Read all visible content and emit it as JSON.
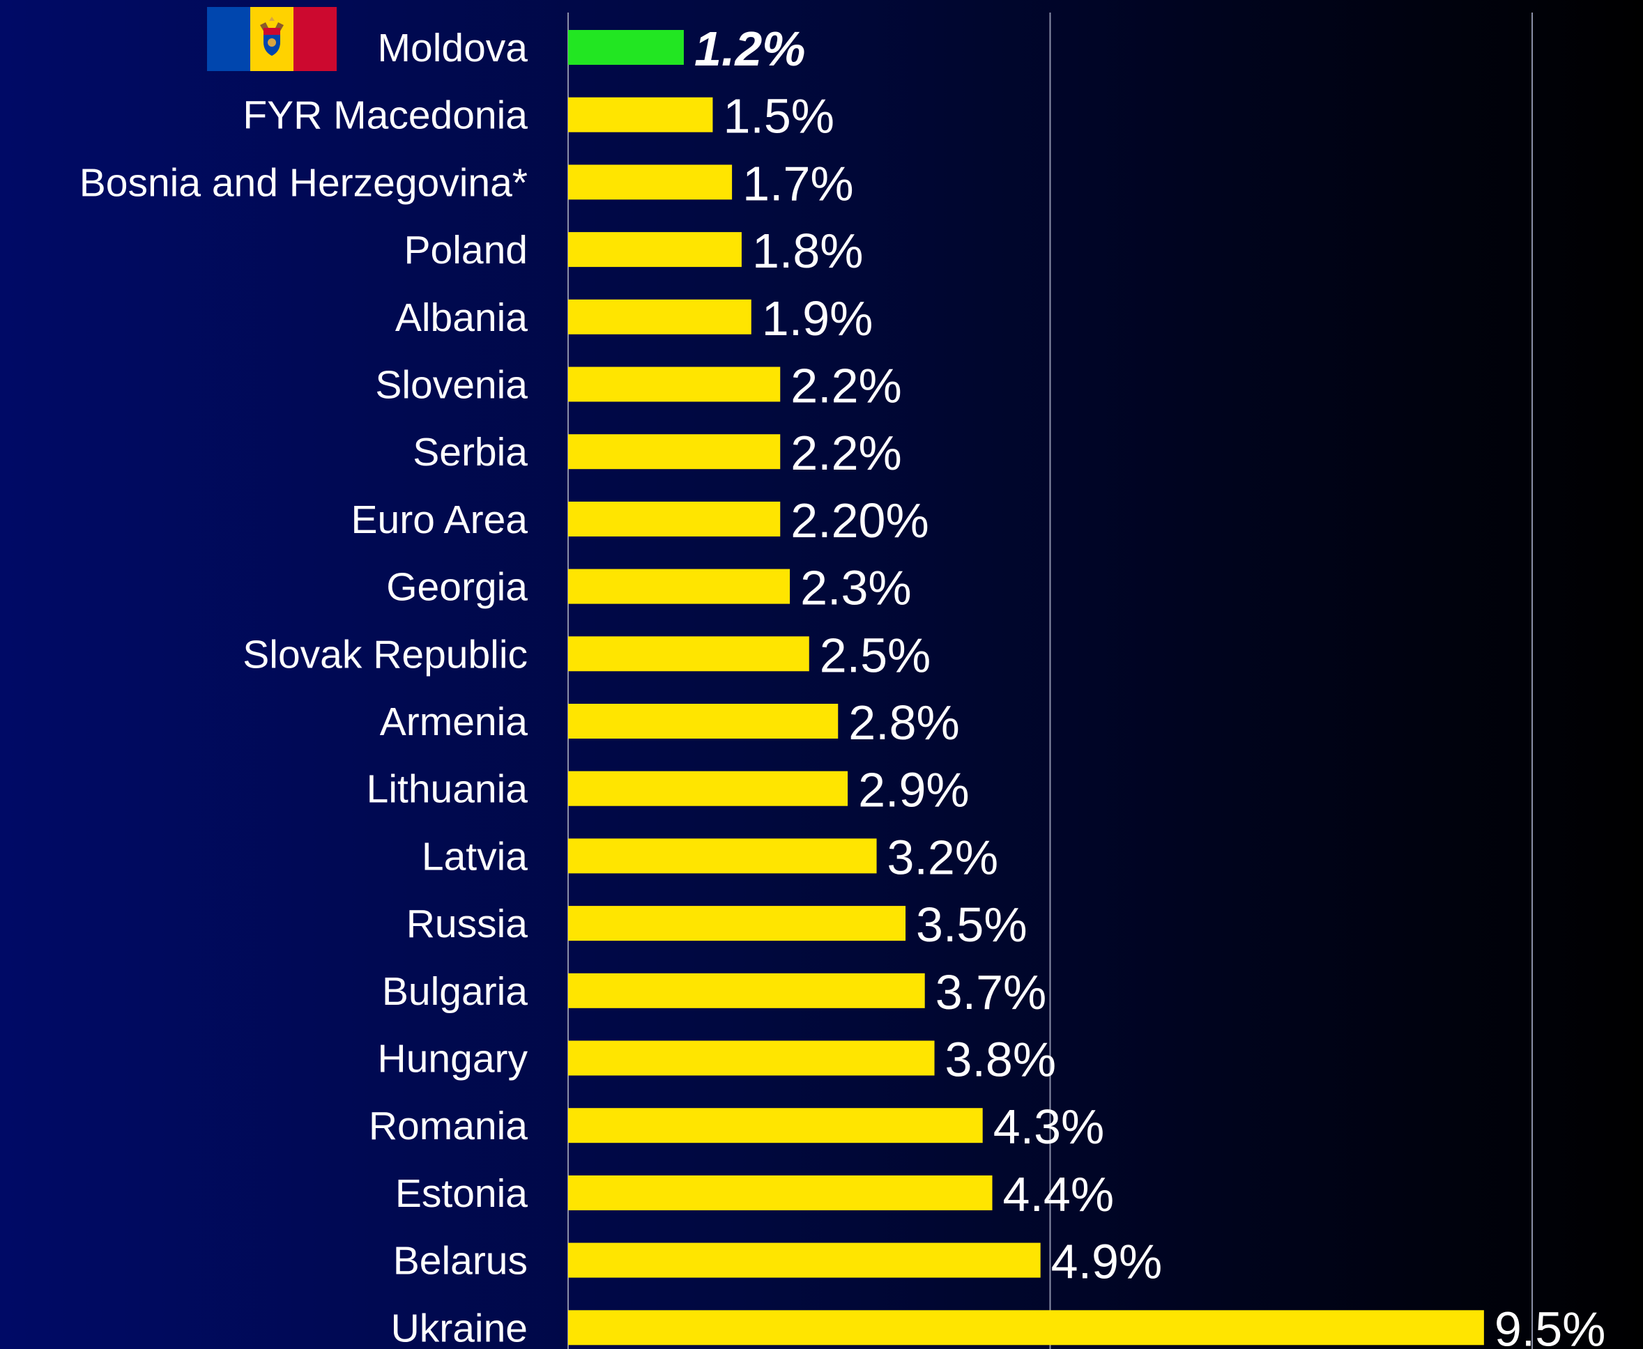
{
  "chart_data": {
    "type": "bar",
    "orientation": "horizontal",
    "categories": [
      "Moldova",
      "FYR Macedonia",
      "Bosnia and Herzegovina*",
      "Poland",
      "Albania",
      "Slovenia",
      "Serbia",
      "Euro Area",
      "Georgia",
      "Slovak Republic",
      "Armenia",
      "Lithuania",
      "Latvia",
      "Russia",
      "Bulgaria",
      "Hungary",
      "Romania",
      "Estonia",
      "Belarus",
      "Ukraine"
    ],
    "values": [
      1.2,
      1.5,
      1.7,
      1.8,
      1.9,
      2.2,
      2.2,
      2.2,
      2.3,
      2.5,
      2.8,
      2.9,
      3.2,
      3.5,
      3.7,
      3.8,
      4.3,
      4.4,
      4.9,
      9.5
    ],
    "value_labels": [
      "1.2%",
      "1.5%",
      "1.7%",
      "1.8%",
      "1.9%",
      "2.2%",
      "2.2%",
      "2.20%",
      "2.3%",
      "2.5%",
      "2.8%",
      "2.9%",
      "3.2%",
      "3.5%",
      "3.7%",
      "3.8%",
      "4.3%",
      "4.4%",
      "4.9%",
      "9.5%"
    ],
    "highlight_index": 0,
    "xlim": [
      0,
      10
    ],
    "gridlines_x": [
      0,
      5,
      10
    ],
    "grid": true,
    "legend": "none",
    "colors": {
      "bar": "#ffe500",
      "highlight_bar": "#22e622",
      "text": "#ffffff",
      "grid": "#8a8fa8"
    },
    "flag_icon": "moldova-flag-icon",
    "flag_colors": [
      "#0046ae",
      "#ffd200",
      "#cc092f"
    ]
  }
}
